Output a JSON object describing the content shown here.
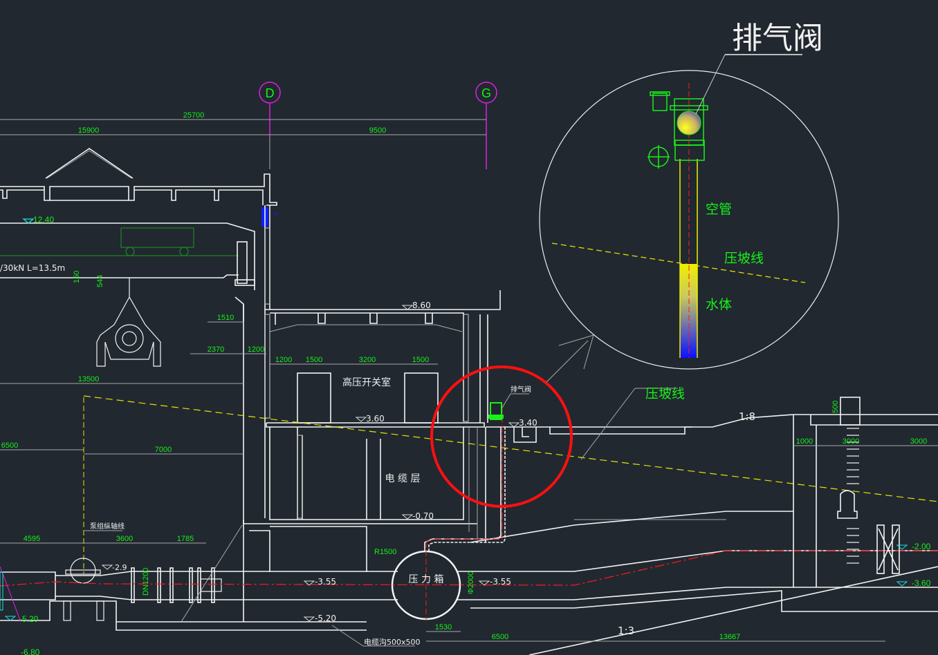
{
  "title": "排气阀",
  "grid_axes": [
    "D",
    "G"
  ],
  "detail_labels": {
    "empty_pipe": "空管",
    "pressure_line": "压坡线",
    "water": "水体"
  },
  "rooms": {
    "hv_switch": "高压开关室",
    "cable_layer": "电 缆 层",
    "pressure_box": "压 力 箱"
  },
  "labels": {
    "pressure_line_main": "压坡线",
    "air_valve_small": "排气阀",
    "pump_axis": "泵组纵轴线",
    "crane": "/30kN  L=13.5m",
    "cable_trench": "电缆沟500x500",
    "radius": "R1500",
    "dn": "DN1200",
    "diameter": "Φ2000",
    "slope_1_8": "1:8",
    "slope_1_3": "1:3"
  },
  "elevations": {
    "e1240": "12.40",
    "e860": "8.60",
    "e360": "3.60",
    "e340": "3.40",
    "em070": "-0.70",
    "em29": "-2.9",
    "em355a": "-3.55",
    "em355b": "-3.55",
    "em520a": "-5.20",
    "em520b": "-5.20",
    "em680": "-6.80",
    "em200": "-2.00",
    "em360": "-3.60"
  },
  "dimensions": {
    "d25700": "25700",
    "d15900": "15900",
    "d9500": "9500",
    "d1510": "1510",
    "d2370": "2370",
    "d1200a": "1200",
    "d1200b": "1200",
    "d1500a": "1500",
    "d3200": "3200",
    "d1500b": "1500",
    "d13500": "13500",
    "d6500a": "6500",
    "d7000": "7000",
    "d4595": "4595",
    "d3600": "3600",
    "d1785": "1785",
    "d1530": "1530",
    "d6500b": "6500",
    "d13667": "13667",
    "d1000": "1000",
    "d3000a": "3000",
    "d3000b": "3000",
    "d500": "500",
    "d150": "150",
    "d544": "544"
  },
  "colors": {
    "background": "#212830",
    "dimension_text": "#18f018",
    "grid_axis": "#e020e0",
    "highlight": "#ff1010",
    "pressure_line": "#e6e600",
    "water_top": "#f0f000",
    "water_bottom": "#0a10ff"
  }
}
